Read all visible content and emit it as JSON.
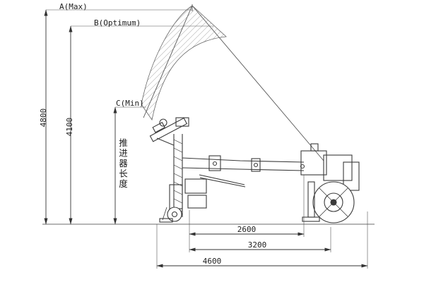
{
  "diagram": {
    "labels": {
      "a_max": "A(Max)",
      "b_optimum": "B(Optimum)",
      "c_min": "C(Min)",
      "feed_length": "推进器长度"
    },
    "dimensions": {
      "height_max": "4800",
      "height_optimum": "4100",
      "width_inner": "2600",
      "width_mid": "3200",
      "width_outer": "4600"
    },
    "colors": {
      "line": "#3a3a3a",
      "dim_line": "#333333",
      "hatch": "#888888",
      "background": "#ffffff"
    }
  }
}
